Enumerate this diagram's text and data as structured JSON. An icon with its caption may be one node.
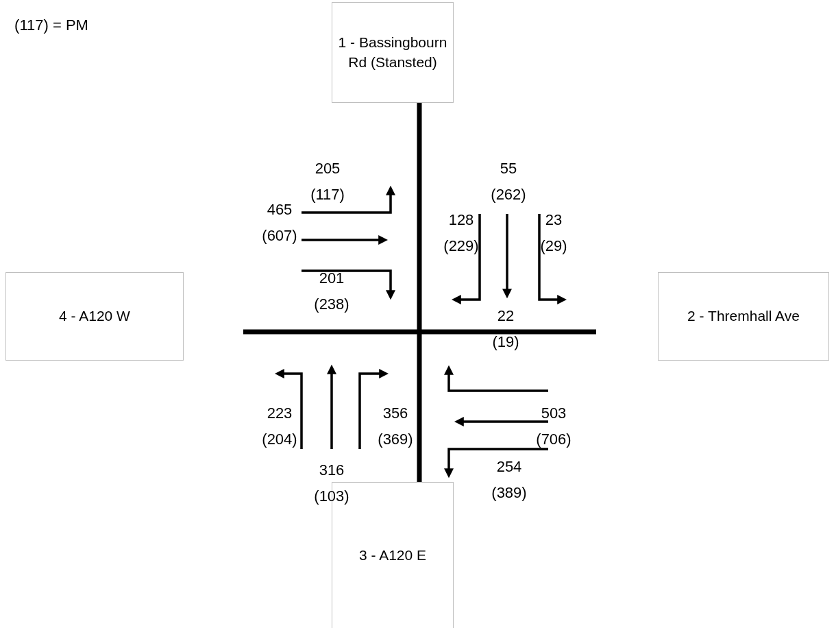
{
  "diagram": {
    "nodes": [
      {
        "text": [
          "1 - Bassingbourn Rd (Stansted)"
        ]
      },
      {
        "text": [
          "4 - A120 W"
        ]
      },
      {
        "text": [
          "2 - Thremhall Ave"
        ]
      },
      {
        "text": [
          "3 - A120 E"
        ]
      }
    ],
    "labels": [
      "(117) = PM",
      "205 (117)",
      "55 (262)",
      "465 (607)",
      "128 (229)",
      "23 (29)",
      "201 (238)",
      "22 (19)",
      "223 (204)",
      "356 (369)",
      "503 (706)",
      "316 (103)",
      "254 (389)"
    ]
  }
}
